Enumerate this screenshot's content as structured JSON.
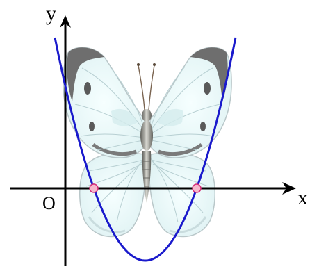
{
  "labels": {
    "y_axis": "y",
    "x_axis": "x",
    "origin": "O"
  },
  "colors": {
    "axis": "#000000",
    "parabola": "#1a1acc",
    "intersection_fill": "#f7b7cc",
    "intersection_stroke": "#d8307a",
    "wing_fill": "#eefcfd",
    "wing_shade": "#d4ecee",
    "wing_vein": "#b7cfd2",
    "wing_tip": "#6e6e6e",
    "wing_outline": "#b9c7c9",
    "body": "#8c8c86"
  }
}
